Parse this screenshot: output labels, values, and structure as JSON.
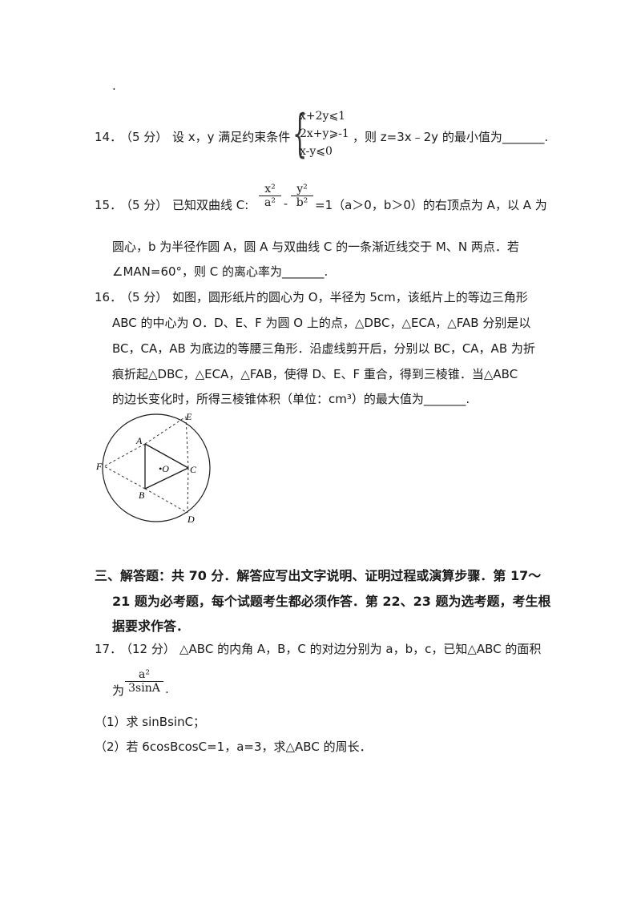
{
  "top_dot": ".",
  "q14": {
    "number": "14．",
    "points": "（5 分）",
    "text_before": "设 x，y 满足约束条件",
    "constraints": [
      "x+2y⩽1",
      "2x+y⩾-1",
      "x-y⩽0"
    ],
    "text_after": "，则 z=3x﹣2y 的最小值为_______."
  },
  "q15": {
    "number": "15．",
    "points": "（5 分）",
    "text_before": "已知双曲线 C:",
    "frac1_num": "x²",
    "frac1_den": "a²",
    "minus": "-",
    "frac2_num": "y²",
    "frac2_den": "b²",
    "text_after": "=1（a＞0，b＞0）的右顶点为 A，以 A 为",
    "line2": "圆心，b 为半径作圆 A，圆 A 与双曲线 C 的一条渐近线交于 M、N 两点．若",
    "line3": "∠MAN=60°，则 C 的离心率为_______."
  },
  "q16": {
    "number": "16．",
    "points": "（5 分）",
    "line1": "如图，圆形纸片的圆心为 O，半径为 5cm，该纸片上的等边三角形",
    "line2": "ABC 的中心为 O．D、E、F 为圆 O 上的点，△DBC，△ECA，△FAB 分别是以",
    "line3": "BC，CA，AB 为底边的等腰三角形．沿虚线剪开后，分别以 BC，CA，AB 为折",
    "line4": "痕折起△DBC，△ECA，△FAB，使得 D、E、F 重合，得到三棱锥．当△ABC",
    "line5": "的边长变化时，所得三棱锥体积（单位：cm³）的最大值为_______."
  },
  "figure": {
    "labels": {
      "A": "A",
      "B": "B",
      "C": "C",
      "D": "D",
      "E": "E",
      "F": "F",
      "O": "•O"
    }
  },
  "section3": {
    "line1": "三、解答题：共 70 分．解答应写出文字说明、证明过程或演算步骤．第 17～",
    "line2": "21 题为必考题，每个试题考生都必须作答．第 22、23 题为选考题，考生根",
    "line3": "据要求作答．"
  },
  "q17": {
    "number": "17．",
    "points": "（12 分）",
    "line1": "△ABC 的内角 A，B，C 的对边分别为 a，b，c，已知△ABC 的面积",
    "line2_prefix": "为",
    "frac_num": "a²",
    "frac_den": "3sinA",
    "line2_suffix": ".",
    "part1": "（1）求 sinBsinC；",
    "part2": "（2）若 6cosBcosC=1，a=3，求△ABC 的周长．"
  }
}
